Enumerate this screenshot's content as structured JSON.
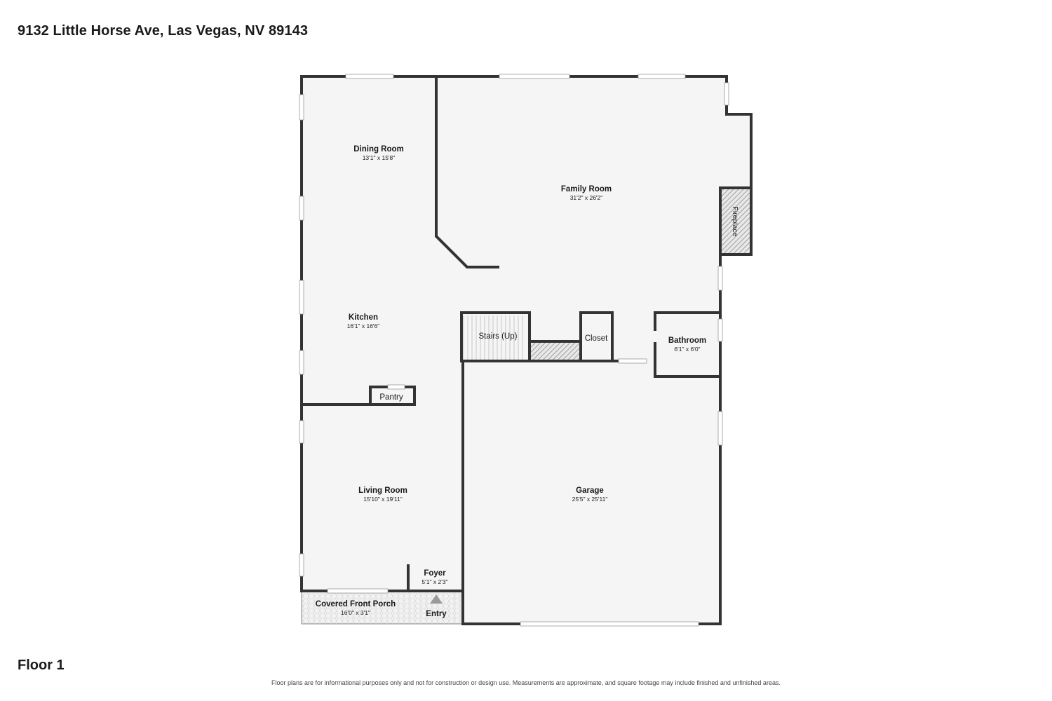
{
  "header": {
    "address": "9132 Little Horse Ave, Las Vegas, NV 89143"
  },
  "plan": {
    "floor_label": "Floor 1",
    "rooms": {
      "dining": {
        "name": "Dining Room",
        "dims": "13'1\" x 15'8\""
      },
      "family": {
        "name": "Family Room",
        "dims": "31'2\" x 26'2\""
      },
      "fireplace": {
        "name": "Fireplace"
      },
      "kitchen": {
        "name": "Kitchen",
        "dims": "16'1\" x 16'6\""
      },
      "stairs": {
        "name": "Stairs (Up)"
      },
      "closet": {
        "name": "Closet"
      },
      "bathroom": {
        "name": "Bathroom",
        "dims": "6'1\" x 6'0\""
      },
      "pantry": {
        "name": "Pantry"
      },
      "living": {
        "name": "Living Room",
        "dims": "15'10\" x 19'11\""
      },
      "garage": {
        "name": "Garage",
        "dims": "25'5\" x 25'11\""
      },
      "foyer": {
        "name": "Foyer",
        "dims": "5'1\" x 2'3\""
      },
      "porch": {
        "name": "Covered Front Porch",
        "dims": "16'0\" x 3'1\""
      },
      "entry": {
        "name": "Entry"
      }
    }
  },
  "footer": {
    "disclaimer": "Floor plans are for informational purposes only and not for construction or design use. Measurements are approximate, and square footage may include finished and unfinished areas."
  },
  "colors": {
    "wall": "#333333",
    "floor": "#f5f5f5",
    "window": "#ffffff",
    "hatch": "#9a9a9a"
  }
}
